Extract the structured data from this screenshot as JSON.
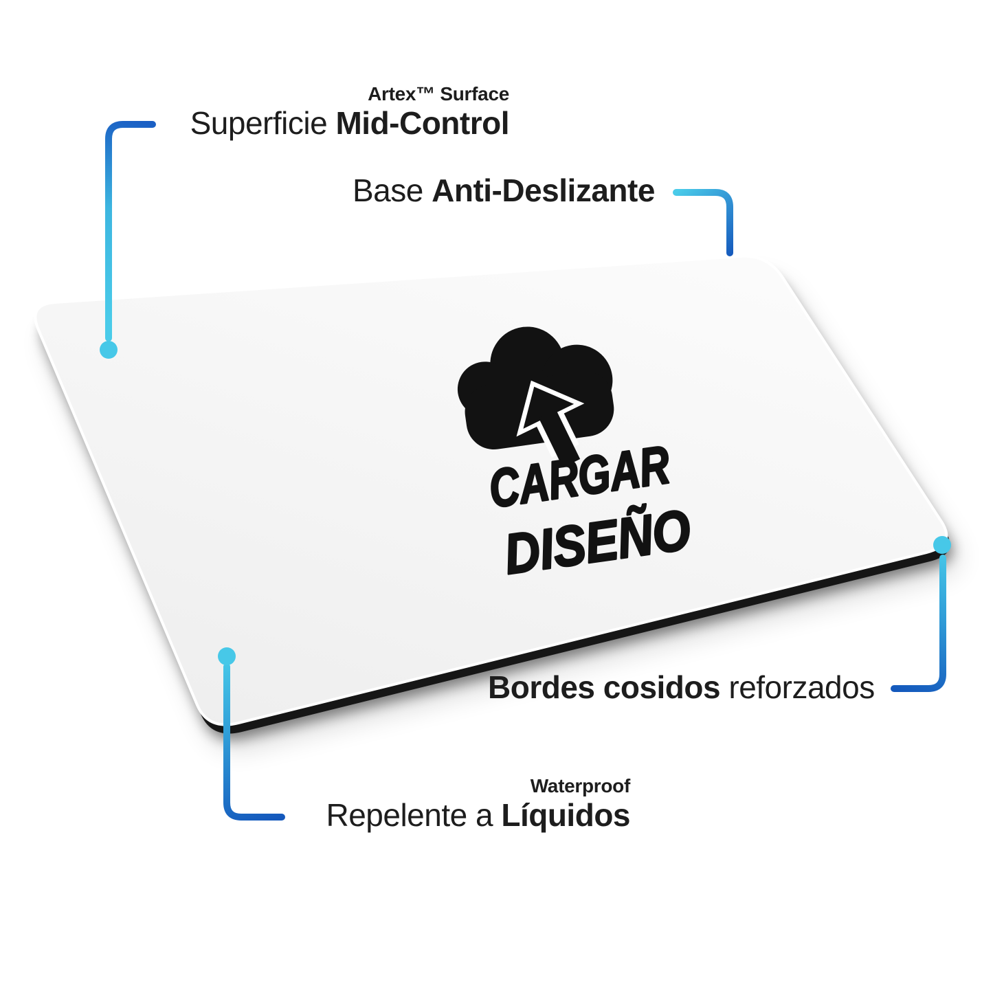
{
  "title": "Mousepad features infographic",
  "colors": {
    "background": "#ffffff",
    "callout_cyan": "#49CBE9",
    "callout_blue": "#1458BC",
    "dot": "#47C8E8",
    "text": "#1d1d1d",
    "pad_surface": "#f6f6f6",
    "pad_edge": "#161616",
    "logo_ink": "#121212"
  },
  "callouts": {
    "surface": {
      "tag": "Artex™ Surface",
      "text_regular": "Superficie ",
      "text_bold": "Mid-Control"
    },
    "base": {
      "text_regular": "Base ",
      "text_bold": "Anti-Deslizante"
    },
    "borders": {
      "text_bold": "Bordes cosidos",
      "text_regular": " reforzados"
    },
    "waterproof": {
      "tag": "Waterproof",
      "text_regular": "Repelente a ",
      "text_bold": "Líquidos"
    }
  },
  "logo": {
    "icon": "cloud-upload-icon",
    "line1": "CARGAR",
    "line2": "DISEÑO"
  }
}
